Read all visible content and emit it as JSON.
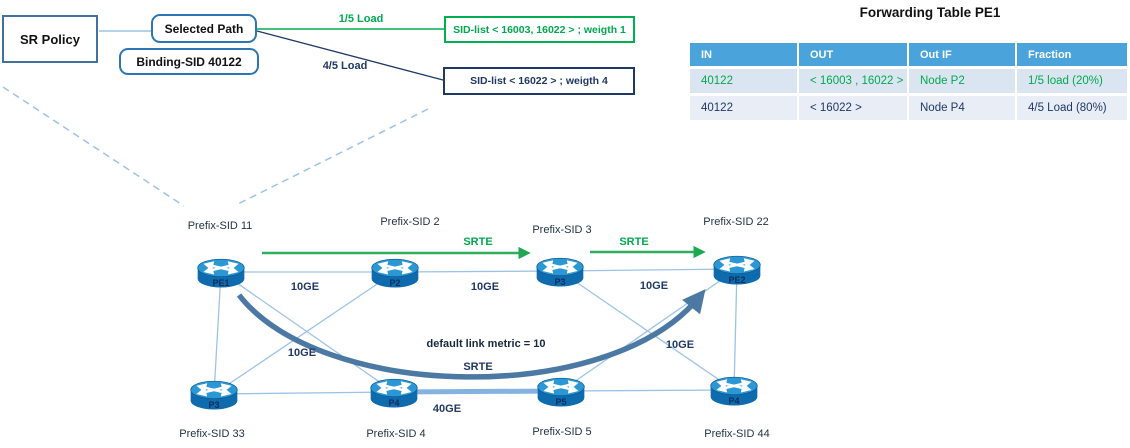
{
  "policy": {
    "sr_policy": "SR Policy",
    "selected_path": "Selected Path",
    "binding_sid": "Binding-SID 40122",
    "load_path1": "1/5 Load",
    "load_path2": "4/5 Load",
    "sid_list_path1": "SID-list < 16003, 16022 > ; weigth 1",
    "sid_list_path2": "SID-list < 16022 > ; weigth 4"
  },
  "forwarding_table": {
    "title": "Forwarding Table PE1",
    "columns": [
      "IN",
      "OUT",
      "Out IF",
      "Fraction"
    ],
    "rows": [
      {
        "in": "40122",
        "out": "< 16003 , 16022 >",
        "out_if": "Node P2",
        "fraction": "1/5 load (20%)"
      },
      {
        "in": "40122",
        "out": "< 16022 >",
        "out_if": "Node P4",
        "fraction": "4/5 Load (80%)"
      }
    ]
  },
  "topology": {
    "routers": [
      {
        "name": "PE1",
        "prefix_sid": "Prefix-SID 11"
      },
      {
        "name": "P2",
        "prefix_sid": "Prefix-SID 2"
      },
      {
        "name": "P3",
        "prefix_sid": "Prefix-SID 3"
      },
      {
        "name": "PE2",
        "prefix_sid": "Prefix-SID 22"
      },
      {
        "name": "P3",
        "prefix_sid": "Prefix-SID 33"
      },
      {
        "name": "P4",
        "prefix_sid": "Prefix-SID 4"
      },
      {
        "name": "P5",
        "prefix_sid": "Prefix-SID 5"
      },
      {
        "name": "P4",
        "prefix_sid": "Prefix-SID 44"
      }
    ],
    "link_speeds": [
      "10GE",
      "10GE",
      "10GE",
      "10GE",
      "10GE",
      "40GE"
    ],
    "srte_label": "SRTE",
    "metric_note": "default link metric = 10"
  },
  "colors": {
    "green": "#00B050",
    "navy": "#1F3864",
    "link_blue": "#9CC3E6",
    "curve_blue": "#4C79A3",
    "table_header_blue": "#4AA3DB",
    "table_row1_bg": "#DBE5F1",
    "table_row2_bg": "#E9EEF6",
    "router_body_blue": "#0E6BAD",
    "router_top_blue": "#2B97D4"
  }
}
